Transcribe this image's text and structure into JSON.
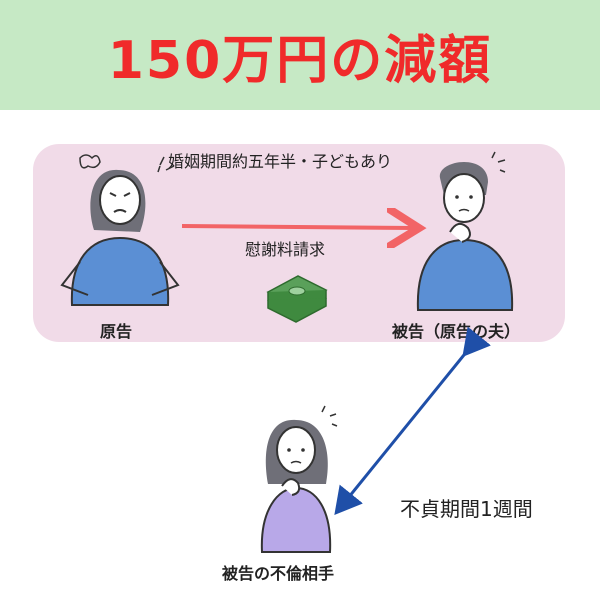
{
  "title": "150万円の減額",
  "marriage_note": "婚姻期間約五年半・子どもあり",
  "claim_label": "慰謝料請求",
  "plaintiff_label": "原告",
  "defendant_label": "被告（原告の夫）",
  "affair_partner_label": "被告の不倫相手",
  "affair_period_label": "不貞期間1週間",
  "colors": {
    "title_red": "#f02a2a",
    "banner_green": "#c6e9c5",
    "panel_pink": "#f1dbe8",
    "claim_arrow": "#f26466",
    "relation_arrow": "#1f4fa8"
  },
  "icons": [
    "angry-woman-icon",
    "worried-man-icon",
    "money-stack-icon",
    "worried-woman-icon"
  ]
}
